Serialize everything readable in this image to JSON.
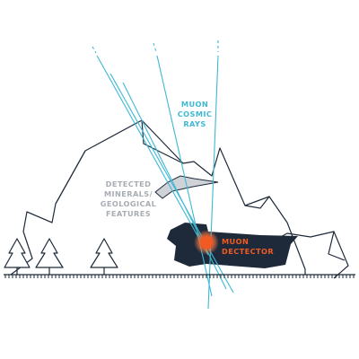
{
  "labels": {
    "rays": [
      "MUON",
      "COSMIC",
      "RAYS"
    ],
    "minerals": [
      "DETECTED",
      "MINERALS/",
      "GEOLOGICAL",
      "FEATURES"
    ],
    "detector": [
      "MUON",
      "DECTECTOR"
    ]
  },
  "colors": {
    "outline": "#1e2a3a",
    "ray": "#3fb8d4",
    "ray_text": "#3fb8d4",
    "mineral_fill": "#cfd3d8",
    "mineral_text": "#a8adb3",
    "tunnel_fill": "#1e2a3a",
    "detector_core": "#f15a22",
    "detector_glow": "#f47a46",
    "detector_text": "#f15a22",
    "background": "#ffffff"
  },
  "icons": [
    "mountain-outline",
    "pine-tree-icon",
    "pine-tree-icon",
    "pine-tree-icon",
    "ground-line",
    "mineral-deposit-shape",
    "tunnel-shape",
    "detector-glow-icon"
  ]
}
